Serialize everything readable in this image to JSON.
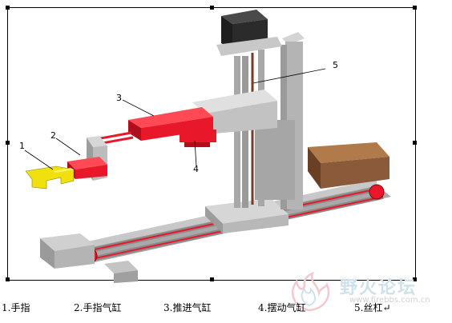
{
  "callouts": {
    "c1": "1",
    "c2": "2",
    "c3": "3",
    "c4": "4",
    "c5": "5"
  },
  "captions": {
    "item1": "1.手指",
    "item2": "2.手指气缸",
    "item3": "3.推进气缸",
    "item4": "4.摆动气缸",
    "item5": "5.丝杠↵"
  },
  "watermark": {
    "text": "野火论坛",
    "url": "www.firebbs.com.cn"
  },
  "colors": {
    "cylinder_red": "#e8182a",
    "finger_yellow": "#f0e010",
    "frame_gray": "#bdbdbd",
    "motor_dark": "#2b2b2b",
    "motor_brown": "#8a5a3a"
  }
}
